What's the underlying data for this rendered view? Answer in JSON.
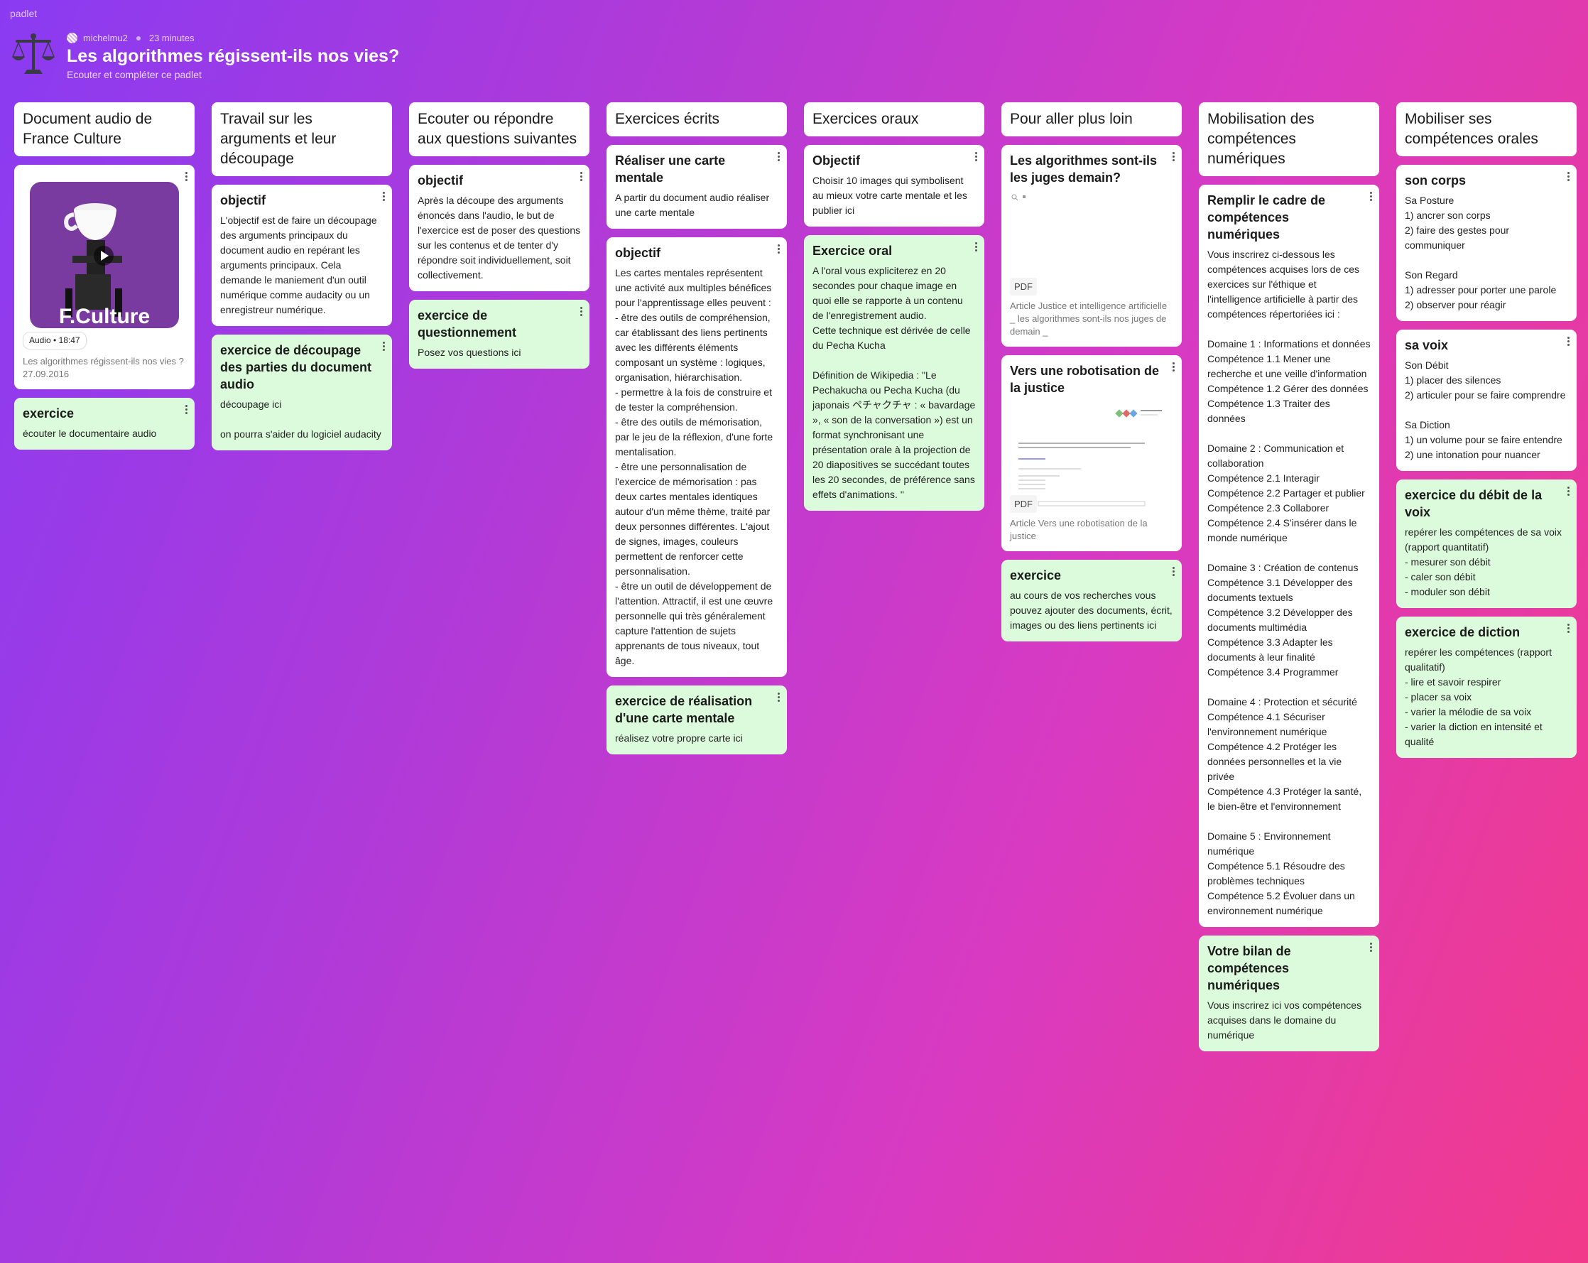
{
  "app": {
    "brand": "padlet"
  },
  "header": {
    "author": "michelmu2",
    "time": "23 minutes",
    "title": "Les algorithmes régissent-ils nos vies?",
    "subtitle": "Ecouter et compléter ce padlet"
  },
  "columns": [
    {
      "title": "Document audio de France Culture",
      "audio": {
        "badge_label": "Audio",
        "duration": "18:47",
        "caption": "Les algorithmes régissent-ils nos vies ?\n27.09.2016",
        "logo_text": "F.Culture"
      },
      "cards": [
        {
          "title": "exercice",
          "body": "écouter le documentaire audio",
          "green": true
        }
      ]
    },
    {
      "title": "Travail sur les arguments et leur découpage",
      "cards": [
        {
          "title": "objectif",
          "body": "L'objectif est de faire un découpage des arguments principaux du document audio en repérant les arguments principaux. Cela demande le maniement d'un outil numérique comme audacity ou un enregistreur numérique.",
          "green": false
        },
        {
          "title": "exercice de découpage des parties du document audio",
          "body": "découpage ici\n\non pourra s'aider du logiciel audacity",
          "green": true
        }
      ]
    },
    {
      "title": "Ecouter ou répondre aux questions suivantes",
      "cards": [
        {
          "title": "objectif",
          "body": "Après la découpe des arguments énoncés dans l'audio, le but de l'exercice est de poser des questions sur les contenus et de tenter d'y répondre soit individuellement, soit collectivement.",
          "green": false
        },
        {
          "title": "exercice de questionnement",
          "body": "Posez vos questions ici",
          "green": true
        }
      ]
    },
    {
      "title": "Exercices écrits",
      "cards": [
        {
          "title": "Réaliser une carte mentale",
          "body": "A partir du document audio réaliser une carte mentale",
          "green": false
        },
        {
          "title": "objectif",
          "body": " Les cartes mentales représentent une activité aux multiples bénéfices pour l'apprentissage elles peuvent :\n- être des outils de compréhension, car établissant des liens pertinents avec les différents éléments composant un système : logiques, organisation, hiérarchisation.\n- permettre à la fois de construire et de tester la compréhension.\n- être des outils de mémorisation, par le jeu de la réflexion, d'une forte mentalisation.\n- être une personnalisation de l'exercice de mémorisation : pas deux cartes mentales identiques autour d'un même thème, traité par deux personnes différentes. L'ajout de signes, images, couleurs permettent de renforcer cette personnalisation.\n- être un outil de développement de l'attention. Attractif, il est une œuvre personnelle qui très généralement capture l'attention de sujets apprenants de tous niveaux, tout âge.",
          "green": false
        },
        {
          "title": "exercice de réalisation d'une carte mentale",
          "body": "réalisez votre propre carte ici",
          "green": true
        }
      ]
    },
    {
      "title": "Exercices oraux",
      "cards": [
        {
          "title": "Objectif",
          "body": "Choisir 10 images qui symbolisent au mieux votre carte mentale et les publier ici",
          "green": false
        },
        {
          "title": "Exercice oral",
          "body": "A l'oral vous expliciterez en 20 secondes pour chaque image en quoi elle se rapporte à un contenu de l'enregistrement audio.\nCette technique est dérivée de celle du Pecha Kucha\n\nDéfinition de Wikipedia :  \"Le Pechakucha ou Pecha Kucha (du japonais ペチャクチャ : « bavardage », « son de la conversation ») est un format synchronisant une présentation orale à la projection de 20 diapositives se succédant toutes les 20 secondes, de préférence sans effets d'animations. \"",
          "green": true
        }
      ]
    },
    {
      "title": "Pour aller plus loin",
      "pdfs": [
        {
          "title": "Les algorithmes sont-ils les juges demain?",
          "badge": "PDF",
          "caption": "Article Justice et intelligence artificielle _ les algorithmes sont-ils nos juges de demain _"
        },
        {
          "title": "Vers une robotisation de la justice",
          "badge": "PDF",
          "caption": "Article Vers une robotisation de la justice"
        }
      ],
      "cards": [
        {
          "title": "exercice",
          "body": "au cours de vos recherches vous pouvez ajouter des documents, écrit, images ou des liens pertinents ici",
          "green": true
        }
      ]
    },
    {
      "title": "Mobilisation des compétences numériques",
      "cards": [
        {
          "title": "Remplir le cadre de compétences numériques",
          "body": "Vous inscrirez ci-dessous les compétences acquises lors de ces exercices sur l'éthique et l'intelligence artificielle à partir des compétences répertoriées ici :\n\nDomaine 1 : Informations et données\nCompétence 1.1 Mener une recherche et une veille d'information\nCompétence 1.2 Gérer des données\nCompétence 1.3 Traiter des données\n\nDomaine 2 : Communication et collaboration\nCompétence 2.1 Interagir\nCompétence 2.2 Partager et publier\nCompétence 2.3 Collaborer\nCompétence 2.4 S'insérer dans le monde numérique\n\nDomaine 3 : Création de contenus\nCompétence 3.1 Développer des documents textuels\nCompétence 3.2 Développer des documents multimédia\nCompétence 3.3 Adapter les documents à leur finalité\nCompétence 3.4 Programmer\n\nDomaine 4 : Protection et sécurité\nCompétence 4.1 Sécuriser l'environnement numérique\nCompétence 4.2 Protéger les données personnelles et la vie privée\nCompétence 4.3 Protéger la santé, le bien-être et l'environnement\n\nDomaine 5 : Environnement numérique\nCompétence 5.1 Résoudre des problèmes techniques\nCompétence 5.2 Évoluer dans un environnement numérique",
          "green": false
        },
        {
          "title": "Votre bilan de compétences numériques",
          "body": "Vous inscrirez ici vos compétences acquises dans le domaine du numérique",
          "green": true
        }
      ]
    },
    {
      "title": "Mobiliser ses compétences orales",
      "cards": [
        {
          "title": "son corps",
          "body": "Sa Posture\n1)  ancrer son corps\n2) faire des gestes pour communiquer\n\n Son Regard\n 1) adresser pour porter une parole\n2) observer pour réagir",
          "green": false
        },
        {
          "title": "sa voix",
          "body": "Son Débit\n 1) placer des silences\n2) articuler pour se faire comprendre\n\n Sa Diction\n 1) un volume pour se faire entendre\n2) une intonation pour nuancer",
          "green": false
        },
        {
          "title": "exercice du débit de la voix",
          "body": "repérer les compétences de sa voix (rapport quantitatif)\n- mesurer son débit\n- caler son débit\n- moduler son débit",
          "green": true
        },
        {
          "title": "exercice de diction",
          "body": "repérer les compétences (rapport qualitatif)\n- lire et savoir respirer\n- placer sa voix\n- varier la mélodie de sa voix\n- varier la diction en intensité et qualité",
          "green": true
        }
      ]
    }
  ],
  "colors": {
    "card_green": "#dcfbdc",
    "card_white": "#ffffff"
  }
}
